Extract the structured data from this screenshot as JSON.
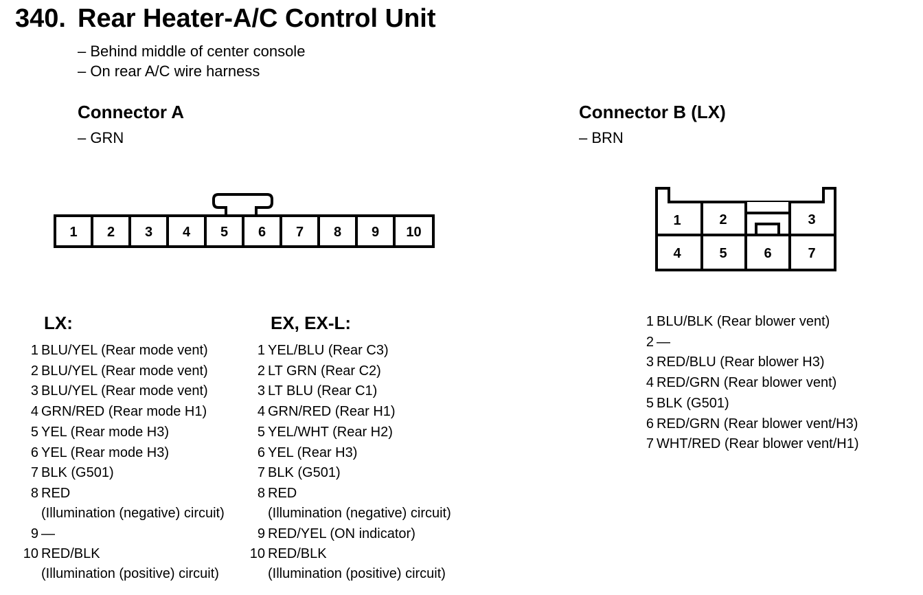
{
  "header": {
    "number": "340.",
    "title": "Rear Heater-A/C Control Unit",
    "locations": [
      "– Behind middle of center console",
      "– On rear A/C wire harness"
    ]
  },
  "connector_a": {
    "title": "Connector A",
    "color": "– GRN",
    "pins": [
      "1",
      "2",
      "3",
      "4",
      "5",
      "6",
      "7",
      "8",
      "9",
      "10"
    ]
  },
  "connector_b": {
    "title": "Connector B (LX)",
    "color": "– BRN",
    "pins": [
      "1",
      "2",
      "3",
      "4",
      "5",
      "6",
      "7"
    ]
  },
  "lx": {
    "title": "LX:",
    "pins": [
      {
        "num": "1",
        "text": "BLU/YEL (Rear mode vent)"
      },
      {
        "num": "2",
        "text": "BLU/YEL (Rear mode vent)"
      },
      {
        "num": "3",
        "text": "BLU/YEL (Rear mode vent)"
      },
      {
        "num": "4",
        "text": "GRN/RED (Rear mode H1)"
      },
      {
        "num": "5",
        "text": "YEL (Rear mode H3)"
      },
      {
        "num": "6",
        "text": "YEL (Rear mode H3)"
      },
      {
        "num": "7",
        "text": "BLK (G501)"
      },
      {
        "num": "8",
        "text": "RED",
        "extra": "(Illumination (negative) circuit)"
      },
      {
        "num": "9",
        "text": "—"
      },
      {
        "num": "10",
        "text": "RED/BLK",
        "extra": "(Illumination (positive) circuit)"
      }
    ]
  },
  "ex": {
    "title": "EX, EX-L:",
    "pins": [
      {
        "num": "1",
        "text": "YEL/BLU (Rear C3)"
      },
      {
        "num": "2",
        "text": "LT GRN (Rear C2)"
      },
      {
        "num": "3",
        "text": "LT BLU (Rear C1)"
      },
      {
        "num": "4",
        "text": "GRN/RED (Rear H1)"
      },
      {
        "num": "5",
        "text": "YEL/WHT (Rear H2)"
      },
      {
        "num": "6",
        "text": "YEL (Rear H3)"
      },
      {
        "num": "7",
        "text": "BLK (G501)"
      },
      {
        "num": "8",
        "text": "RED",
        "extra": "(Illumination (negative) circuit)"
      },
      {
        "num": "9",
        "text": "RED/YEL (ON indicator)"
      },
      {
        "num": "10",
        "text": "RED/BLK",
        "extra": "(Illumination (positive) circuit)"
      }
    ]
  },
  "b_pins": [
    {
      "num": "1",
      "text": "BLU/BLK (Rear blower vent)"
    },
    {
      "num": "2",
      "text": "—"
    },
    {
      "num": "3",
      "text": "RED/BLU (Rear blower H3)"
    },
    {
      "num": "4",
      "text": "RED/GRN (Rear blower vent)"
    },
    {
      "num": "5",
      "text": "BLK (G501)"
    },
    {
      "num": "6",
      "text": "RED/GRN (Rear blower vent/H3)"
    },
    {
      "num": "7",
      "text": "WHT/RED (Rear blower vent/H1)"
    }
  ]
}
